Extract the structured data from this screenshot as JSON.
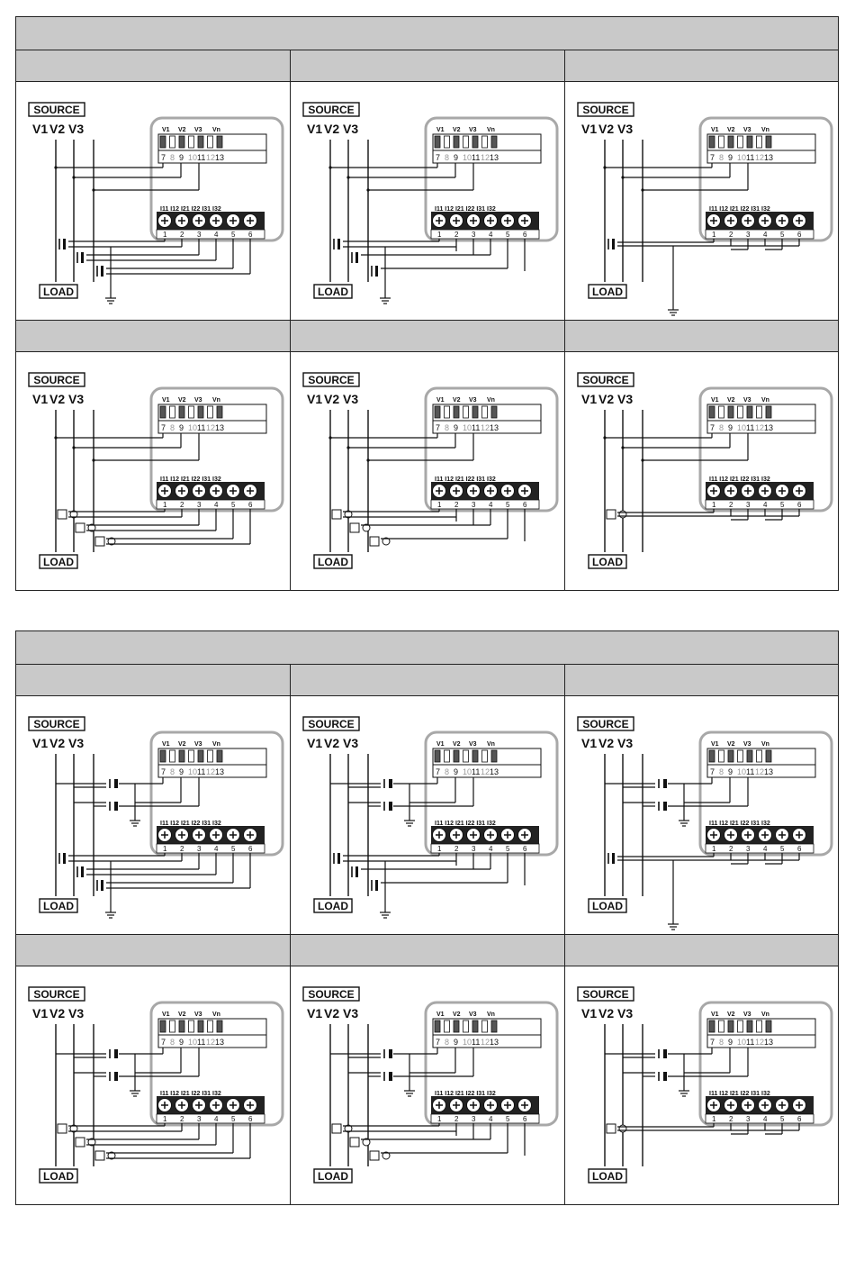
{
  "labels": {
    "source": "SOURCE",
    "load": "LOAD",
    "v1": "V1",
    "v2": "V2",
    "v3": "V3",
    "vn": "Vn",
    "voltage_terminals": [
      "7",
      "8",
      "9",
      "10",
      "11",
      "12",
      "13"
    ],
    "current_heads": [
      "I11",
      "I12",
      "I21",
      "I22",
      "I31",
      "I32"
    ],
    "current_terminals": [
      "1",
      "2",
      "3",
      "4",
      "5",
      "6"
    ]
  },
  "sections": [
    {
      "title": "",
      "cells": [
        {
          "header": "",
          "voltage_mode": "direct",
          "ct_style": "a",
          "ct_wiring": "separate"
        },
        {
          "header": "",
          "voltage_mode": "direct",
          "ct_style": "a",
          "ct_wiring": "shared"
        },
        {
          "header": "",
          "voltage_mode": "direct",
          "ct_style": "a",
          "ct_wiring": "common"
        },
        {
          "header": "",
          "voltage_mode": "direct",
          "ct_style": "b",
          "ct_wiring": "separate"
        },
        {
          "header": "",
          "voltage_mode": "direct",
          "ct_style": "b",
          "ct_wiring": "shared"
        },
        {
          "header": "",
          "voltage_mode": "direct",
          "ct_style": "b",
          "ct_wiring": "common"
        }
      ]
    },
    {
      "title": "",
      "cells": [
        {
          "header": "",
          "voltage_mode": "pt",
          "ct_style": "a",
          "ct_wiring": "separate"
        },
        {
          "header": "",
          "voltage_mode": "pt",
          "ct_style": "a",
          "ct_wiring": "shared"
        },
        {
          "header": "",
          "voltage_mode": "pt",
          "ct_style": "a",
          "ct_wiring": "common"
        },
        {
          "header": "",
          "voltage_mode": "pt",
          "ct_style": "b",
          "ct_wiring": "separate"
        },
        {
          "header": "",
          "voltage_mode": "pt",
          "ct_style": "b",
          "ct_wiring": "shared"
        },
        {
          "header": "",
          "voltage_mode": "pt",
          "ct_style": "b",
          "ct_wiring": "common"
        }
      ]
    }
  ]
}
